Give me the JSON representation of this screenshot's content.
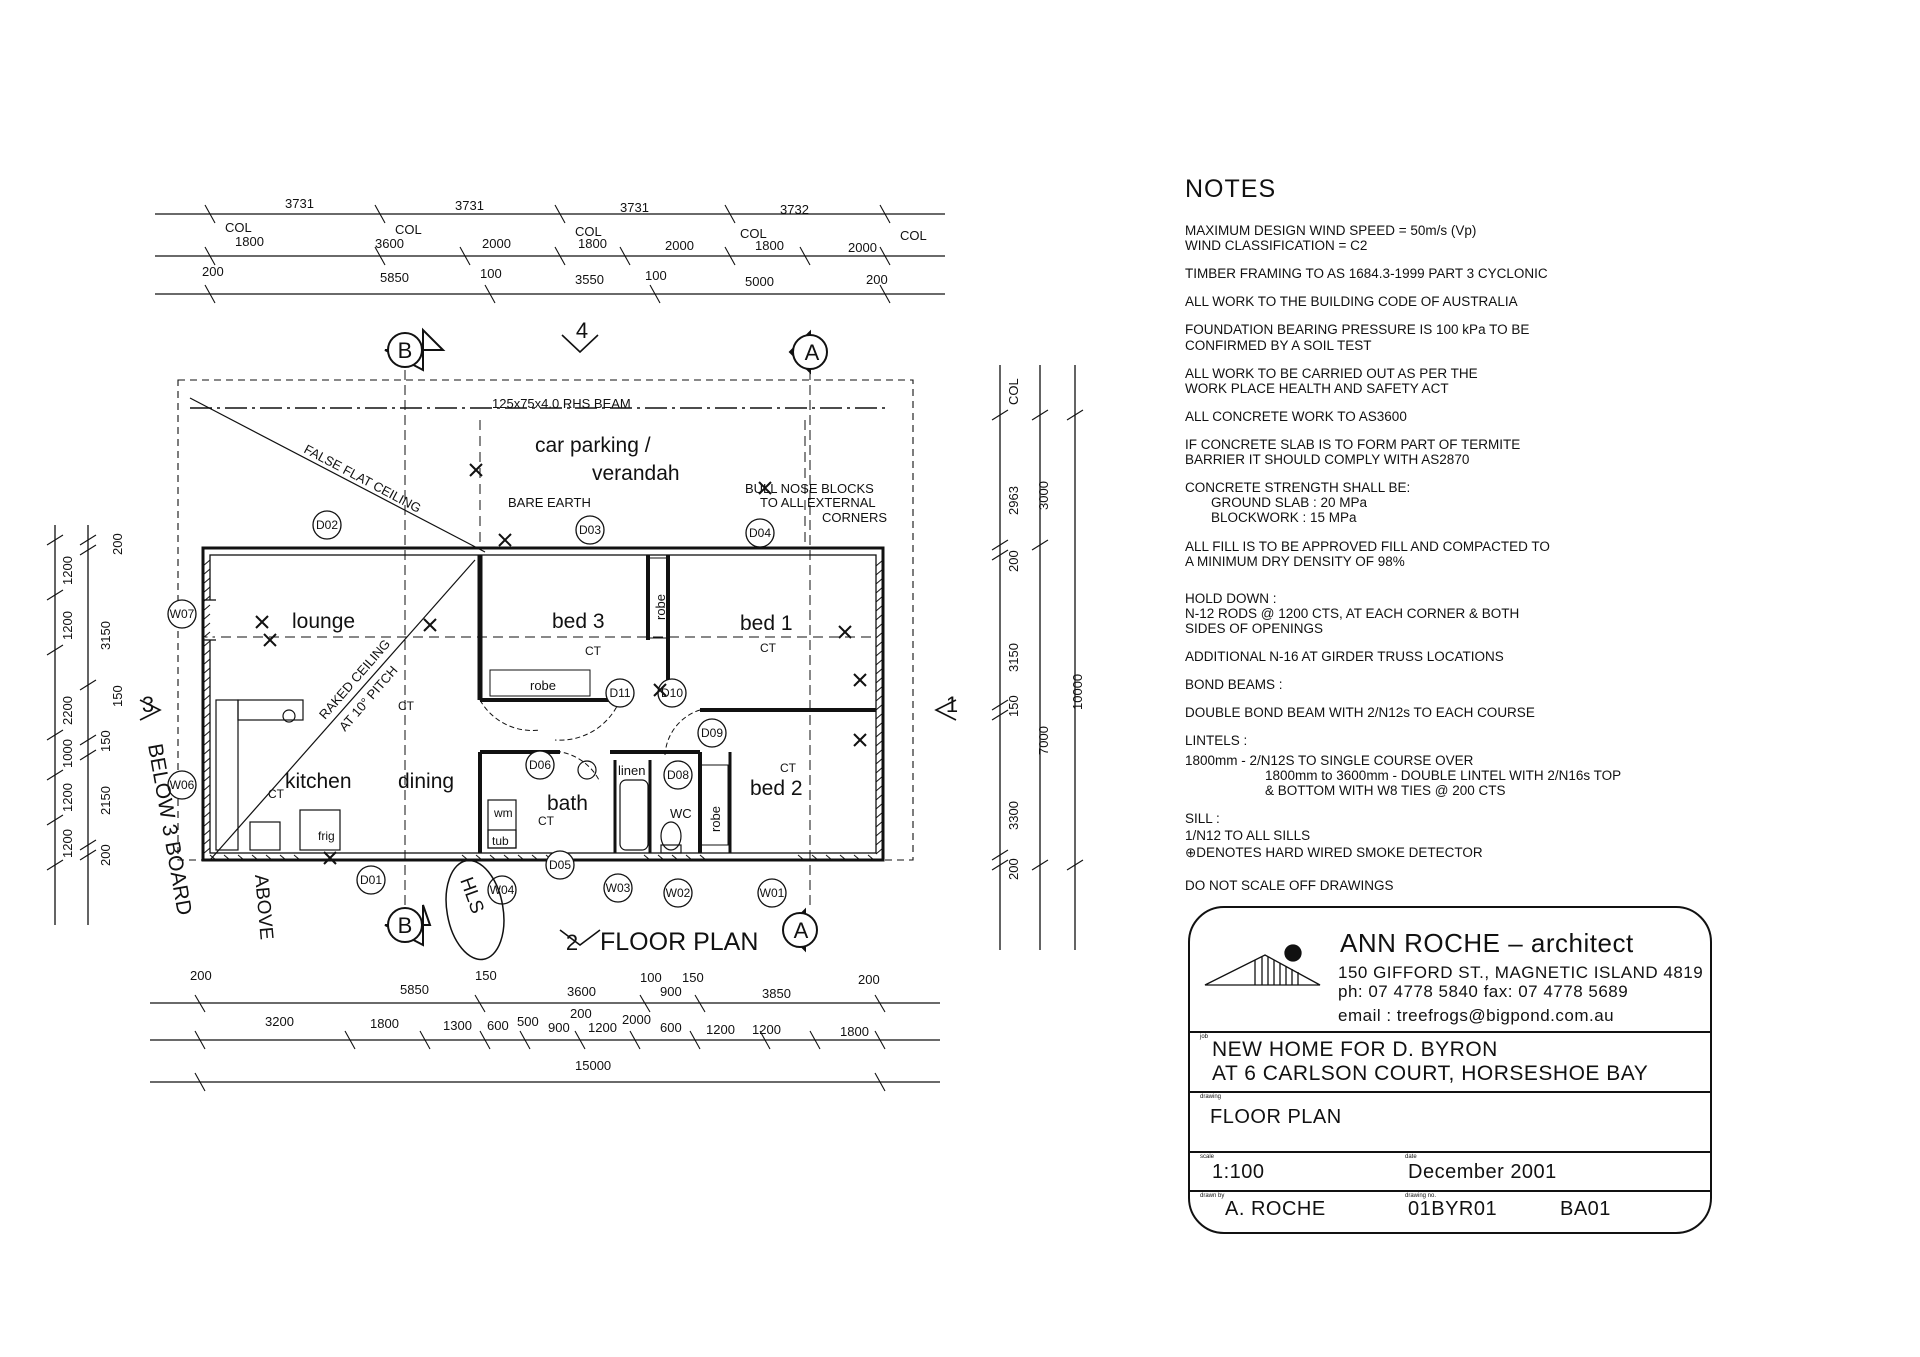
{
  "plan": {
    "title": "FLOOR PLAN",
    "top_dims_row1": [
      "3731",
      "3731",
      "3731",
      "3732"
    ],
    "top_col_labels": [
      "COL",
      "COL",
      "COL",
      "COL",
      "COL"
    ],
    "top_dims_row2": [
      "1800",
      "3600",
      "2000",
      "1800",
      "2000",
      "1800",
      "2000"
    ],
    "top_dims_row3": [
      "200",
      "5850",
      "100",
      "3550",
      "100",
      "5000",
      "200"
    ],
    "bottom_dims_row1": [
      "200",
      "5850",
      "150",
      "3600",
      "100",
      "150",
      "900",
      "3850",
      "200"
    ],
    "bottom_dims_row2": [
      "3200",
      "1800",
      "1300",
      "600",
      "500",
      "900",
      "1200",
      "200",
      "2000",
      "600",
      "1200",
      "1200",
      "1800"
    ],
    "bottom_overall": "15000",
    "left_dims_outer": [
      "1200",
      "1200",
      "2200",
      "1000",
      "1200",
      "1200"
    ],
    "left_dims_inner": [
      "200",
      "3150",
      "150",
      "150",
      "2150",
      "200"
    ],
    "right_col": "COL",
    "right_dims_inner": [
      "2963",
      "200",
      "3150",
      "150",
      "3300",
      "200"
    ],
    "right_dims_outer": [
      "3000",
      "7000"
    ],
    "right_overall": "10000",
    "section_markers": [
      "B",
      "A",
      "B",
      "A"
    ],
    "elevation_markers": [
      "4",
      "1",
      "3",
      "2"
    ],
    "beam_label": "125x75x4.0 RHS BEAM",
    "false_ceiling": "FALSE FLAT CEILING",
    "raked_ceiling": [
      "RAKED CEILING",
      "AT 10° PITCH"
    ],
    "car_parking": [
      "car parking /",
      "verandah"
    ],
    "bare_earth": "BARE EARTH",
    "bull_nose": [
      "BULL NOSE BLOCKS",
      "TO ALL EXTERNAL",
      "CORNERS"
    ],
    "rooms": {
      "lounge": "lounge",
      "bed3": "bed 3",
      "bed1": "bed 1",
      "bed2": "bed 2",
      "kitchen": "kitchen",
      "dining": "dining",
      "bath": "bath",
      "robe": "robe",
      "linen": "linen",
      "wc": "WC",
      "wm": "wm",
      "tub": "tub",
      "fridge": "frig",
      "ct": "CT"
    },
    "doors": [
      "D01",
      "D02",
      "D03",
      "D04",
      "D05",
      "D06",
      "D08",
      "D09",
      "D10",
      "D11"
    ],
    "windows": [
      "W01",
      "W02",
      "W03",
      "W04",
      "W06",
      "W07"
    ],
    "handwritten": [
      "BELOW 3 BOARD",
      "ABOVE",
      "HLS"
    ]
  },
  "notes": {
    "heading": "NOTES",
    "lines": [
      "MAXIMUM DESIGN WIND SPEED = 50m/s (Vp)",
      "WIND CLASSIFICATION = C2",
      "TIMBER FRAMING TO AS 1684.3-1999 PART 3 CYCLONIC",
      "ALL WORK TO THE BUILDING CODE OF AUSTRALIA",
      "FOUNDATION BEARING PRESSURE IS 100 kPa TO BE",
      "CONFIRMED BY A SOIL TEST",
      "ALL WORK TO BE CARRIED OUT AS PER THE",
      "WORK PLACE HEALTH AND SAFETY ACT",
      "ALL CONCRETE WORK TO AS3600",
      "IF CONCRETE SLAB IS TO FORM PART OF TERMITE",
      "BARRIER IT SHOULD COMPLY WITH AS2870",
      "CONCRETE STRENGTH SHALL BE:",
      "GROUND SLAB     : 20 MPa",
      "BLOCKWORK       : 15 MPa",
      "ALL FILL IS TO BE APPROVED FILL AND COMPACTED TO",
      "A MINIMUM DRY DENSITY OF 98%",
      "HOLD DOWN :",
      "N-12 RODS @ 1200 CTS, AT EACH CORNER & BOTH",
      "SIDES OF OPENINGS",
      "ADDITIONAL N-16 AT GIRDER TRUSS LOCATIONS",
      "BOND BEAMS :",
      "DOUBLE BOND BEAM WITH 2/N12s TO EACH COURSE",
      "LINTELS :",
      "1800mm - 2/N12S TO SINGLE COURSE OVER",
      "1800mm to 3600mm - DOUBLE LINTEL WITH 2/N16s TOP",
      "& BOTTOM WITH W8 TIES @ 200 CTS",
      "SILL :",
      "1/N12 TO ALL SILLS",
      "⊕DENOTES HARD WIRED SMOKE DETECTOR",
      "DO NOT SCALE OFF DRAWINGS"
    ]
  },
  "title_block": {
    "firm": "ANN ROCHE  –  architect",
    "address": "150 GIFFORD ST., MAGNETIC ISLAND 4819",
    "phone": "ph: 07 4778 5840   fax: 07 4778 5689",
    "email": "email    : treefrogs@bigpond.com.au",
    "project_line1": "NEW HOME FOR D. BYRON",
    "project_line2": "AT 6 CARLSON COURT, HORSESHOE BAY",
    "drawing": "FLOOR PLAN",
    "scale": "1:100",
    "date": "December 2001",
    "drawn_by": "A. ROCHE",
    "drawing_no": "01BYR01",
    "sheet": "BA01",
    "small_labels": [
      "job",
      "drawing",
      "scale",
      "date",
      "drawn by",
      "drawing no."
    ]
  }
}
